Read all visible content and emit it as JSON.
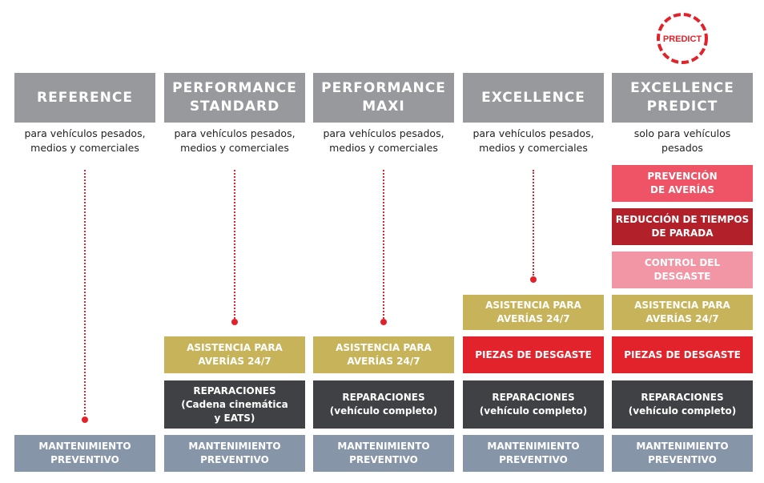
{
  "logo": {
    "text": "PREDICT",
    "color": "#e2222a"
  },
  "columns": [
    {
      "title": "REFERENCE",
      "subtitle": "para vehículos pesados,\nmedios y comerciales",
      "maintenance": "MANTENIMIENTO\nPREVENTIVO"
    },
    {
      "title": "PERFORMANCE\nSTANDARD",
      "subtitle": "para vehículos pesados,\nmedios y comerciales",
      "assistance": "ASISTENCIA PARA\nAVERÍAS 24/7",
      "repairs": "REPARACIONES\n(Cadena cinemática\ny EATS)",
      "maintenance": "MANTENIMIENTO\nPREVENTIVO"
    },
    {
      "title": "PERFORMANCE\nMAXI",
      "subtitle": "para vehículos pesados,\nmedios y comerciales",
      "assistance": "ASISTENCIA PARA\nAVERÍAS 24/7",
      "repairs": "REPARACIONES\n(vehículo completo)",
      "maintenance": "MANTENIMIENTO\nPREVENTIVO"
    },
    {
      "title": "EXCELLENCE",
      "subtitle": "para vehículos pesados,\nmedios y comerciales",
      "assistance": "ASISTENCIA PARA\nAVERÍAS 24/7",
      "wear_parts": "PIEZAS DE DESGASTE",
      "repairs": "REPARACIONES\n(vehículo completo)",
      "maintenance": "MANTENIMIENTO\nPREVENTIVO"
    },
    {
      "title": "EXCELLENCE\nPREDICT",
      "subtitle": "solo para vehículos\npesados",
      "prevention": "PREVENCIÓN\nDE AVERÍAS",
      "downtime": "REDUCCIÓN DE TIEMPOS\nDE PARADA",
      "wear_control": "CONTROL DEL\nDESGASTE",
      "assistance": "ASISTENCIA PARA\nAVERÍAS 24/7",
      "wear_parts": "PIEZAS DE DESGASTE",
      "repairs": "REPARACIONES\n(vehículo completo)",
      "maintenance": "MANTENIMIENTO\nPREVENTIVO"
    }
  ]
}
